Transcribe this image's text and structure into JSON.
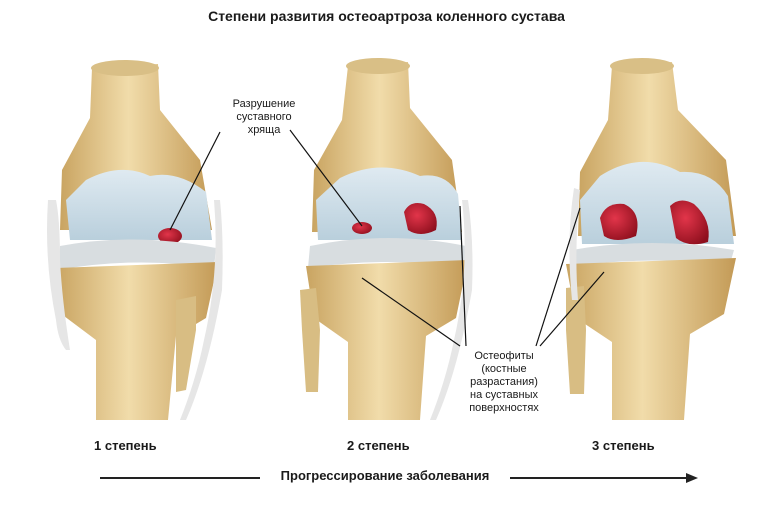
{
  "title": "Степени развития остеоартроза коленного сустава",
  "labels": {
    "cartilage_damage": [
      "Разрушение",
      "суставного",
      "хряща"
    ],
    "osteophytes": [
      "Остеофиты",
      "(костные",
      "разрастания)",
      "на суставных",
      "поверхностях"
    ]
  },
  "stages": [
    "1 степень",
    "2 степень",
    "3 степень"
  ],
  "progression": "Прогрессирование заболевания",
  "colors": {
    "bone": "#e8cf94",
    "bone_dark": "#c9a461",
    "cartilage": "#c6dbe6",
    "meniscus": "#d8dde0",
    "lesion": "#c0172b",
    "text": "#1a1a1a"
  }
}
